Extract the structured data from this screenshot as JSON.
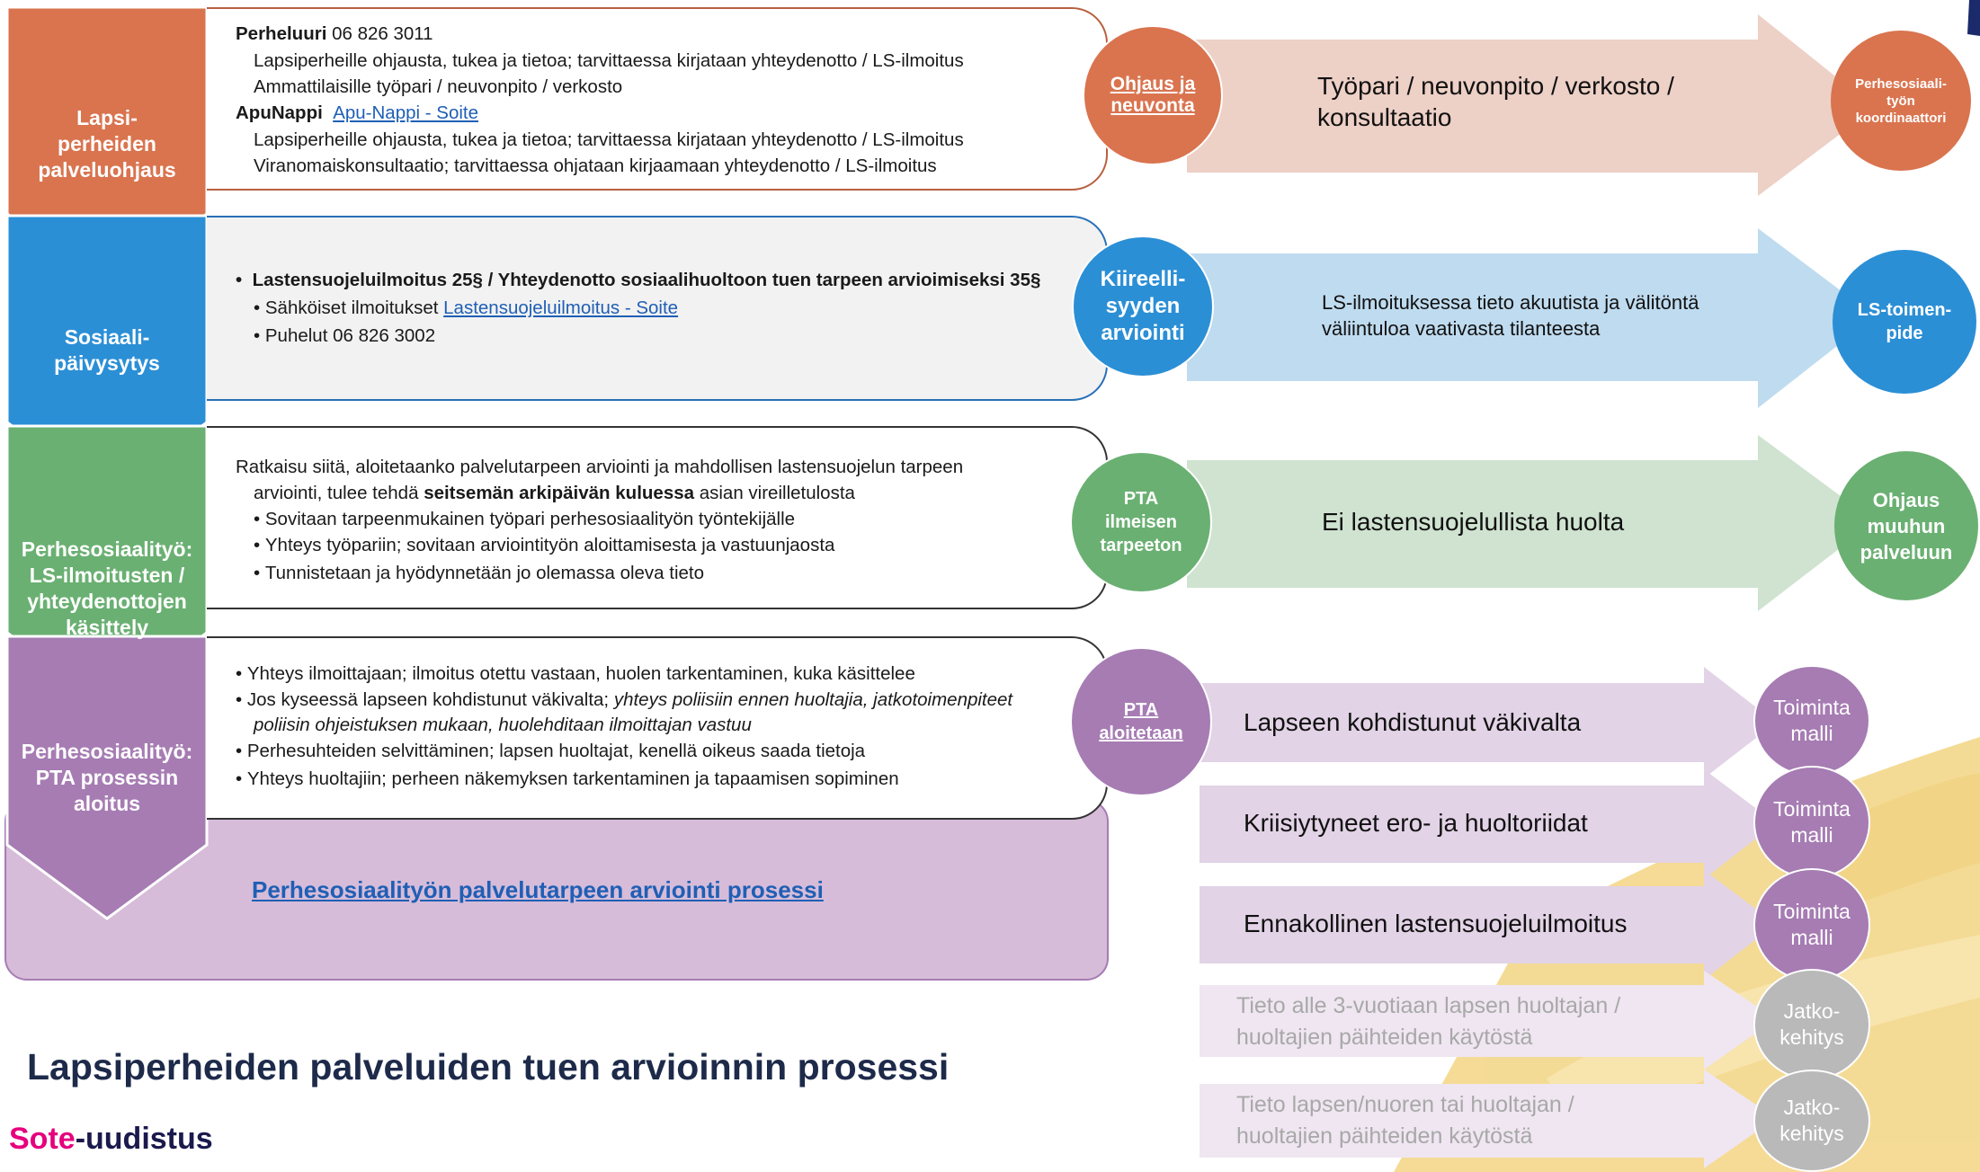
{
  "rows": [
    {
      "chevron_label": "Lapsi-\nperheiden\npalveluohjaus",
      "circle_label": "Ohjaus ja\nneuvonta",
      "arrow_text": "Työpari / neuvonpito / verkosto /\nkonsultaatio",
      "end_label": "Perhesosiaali-\ntyön\nkoordinaattori",
      "colors": {
        "chevron": "#d9744f",
        "arrow": "#edd0c6",
        "circle": "#d9744f",
        "border": "#b86040"
      }
    },
    {
      "chevron_label": "Sosiaali-\npäivysytys",
      "circle_label": "Kiireelli-\nsyyden\narviointi",
      "arrow_text": "LS-ilmoituksessa tieto akuutista ja välitöntä\nväliintuloa vaativasta tilanteesta",
      "end_label": "LS-toimen-\npide",
      "colors": {
        "chevron": "#2b8fd6",
        "arrow": "#bfdbef",
        "circle": "#2b8fd6",
        "border": "#2870b8"
      }
    },
    {
      "chevron_label": "Perhesosiaalityö:\nLS-ilmoitusten /\nyhteydenottojen\nkäsittely",
      "circle_label": "PTA\nilmeisen\ntarpeeton",
      "arrow_text": "Ei lastensuojelullista huolta",
      "end_label": "Ohjaus\nmuuhun\npalveluun",
      "colors": {
        "chevron": "#6ab072",
        "arrow": "#cfe3d0",
        "circle": "#6ab072",
        "border": "#4f8a55"
      }
    },
    {
      "chevron_label": "Perhesosiaalityö:\nPTA prosessin\naloitus",
      "circle_label": "PTA\naloitetaan",
      "colors": {
        "chevron": "#a67cb3",
        "arrow": "#e2d3e6",
        "circle": "#a67cb3",
        "border": "#7e5a8c"
      }
    }
  ],
  "box1": {
    "perheluuri_title": "Perheluuri",
    "perheluuri_phone": " 06 826 3011",
    "line2": "Lapsiperheille ohjausta, tukea ja tietoa; tarvittaessa kirjataan yhteydenotto / LS-ilmoitus",
    "line3": "Ammattilaisille työpari / neuvonpito / verkosto",
    "apunappi_title": "ApuNappi",
    "apunappi_link": "Apu-Nappi - Soite",
    "line5": "Lapsiperheille ohjausta, tukea ja tietoa; tarvittaessa kirjataan yhteydenotto / LS-ilmoitus",
    "line6": "Viranomaiskonsultaatio; tarvittaessa ohjataan kirjaamaan yhteydenotto / LS-ilmoitus"
  },
  "box2": {
    "bullet_main": "Lastensuojeluilmoitus 25§ / Yhteydenotto sosiaalihuoltoon tuen tarpeen arvioimiseksi 35§",
    "sub1_prefix": "Sähköiset ilmoitukset ",
    "sub1_link": "Lastensuojeluilmoitus - Soite",
    "sub2": "Puhelut 06 826 3002"
  },
  "box3": {
    "line1": "Ratkaisu siitä, aloitetaanko palvelutarpeen arviointi ja mahdollisen lastensuojelun tarpeen",
    "line2_pre": "arviointi, tulee tehdä ",
    "line2_bold": "seitsemän arkipäivän kuluessa",
    "line2_post": " asian vireilletulosta",
    "b1": "Sovitaan tarpeenmukainen työpari perhesosiaalityön työntekijälle",
    "b2": "Yhteys työpariin; sovitaan arviointityön aloittamisesta ja vastuunjaosta",
    "b3": "Tunnistetaan ja hyödynnetään jo olemassa oleva tieto"
  },
  "box4": {
    "b1": "Yhteys ilmoittajaan; ilmoitus otettu vastaan, huolen tarkentaminen, kuka käsittelee",
    "b2_pre": "Jos kyseessä lapseen kohdistunut väkivalta; ",
    "b2_italic": "yhteys poliisiin ennen huoltajia, jatkotoimenpiteet",
    "b2_italic2": "poliisin ohjeistuksen mukaan, huolehditaan ilmoittajan vastuu",
    "b3": "Perhesuhteiden selvittäminen; lapsen huoltajat, kenellä oikeus saada tietoja",
    "b4": "Yhteys huoltajiin; perheen näkemyksen tarkentaminen ja tapaamisen sopiminen"
  },
  "process_link": "Perhesosiaalityön palvelutarpeen arviointi prosessi",
  "pta_items": [
    {
      "text": "Lapseen kohdistunut väkivalta",
      "circle": "Toiminta\nmalli",
      "muted": false
    },
    {
      "text": "Kriisiytyneet ero- ja huoltoriidat",
      "circle": "Toiminta\nmalli",
      "muted": false
    },
    {
      "text": "Ennakollinen lastensuojeluilmoitus",
      "circle": "Toiminta\nmalli",
      "muted": false
    },
    {
      "text": "Tieto alle 3-vuotiaan lapsen huoltajan /\nhuoltajien päihteiden käytöstä",
      "circle": "Jatko-\nkehitys",
      "muted": true
    },
    {
      "text": "Tieto lapsen/nuoren tai huoltajan /\nhuoltajien päihteiden käytöstä",
      "circle": "Jatko-\nkehitys",
      "muted": true
    }
  ],
  "page_title": "Lapsiperheiden palveluiden tuen arvioinnin prosessi",
  "brand": {
    "part1": "Sote",
    "part2": "-uudistus",
    "color1": "#e6007e",
    "color2": "#1a1a4e"
  },
  "colors": {
    "title": "#1d2a4a",
    "link": "#1f5fb5",
    "gold": "#f2d27a",
    "grey": "#b9b9b9",
    "muted_arrow": "#efe6f1"
  }
}
